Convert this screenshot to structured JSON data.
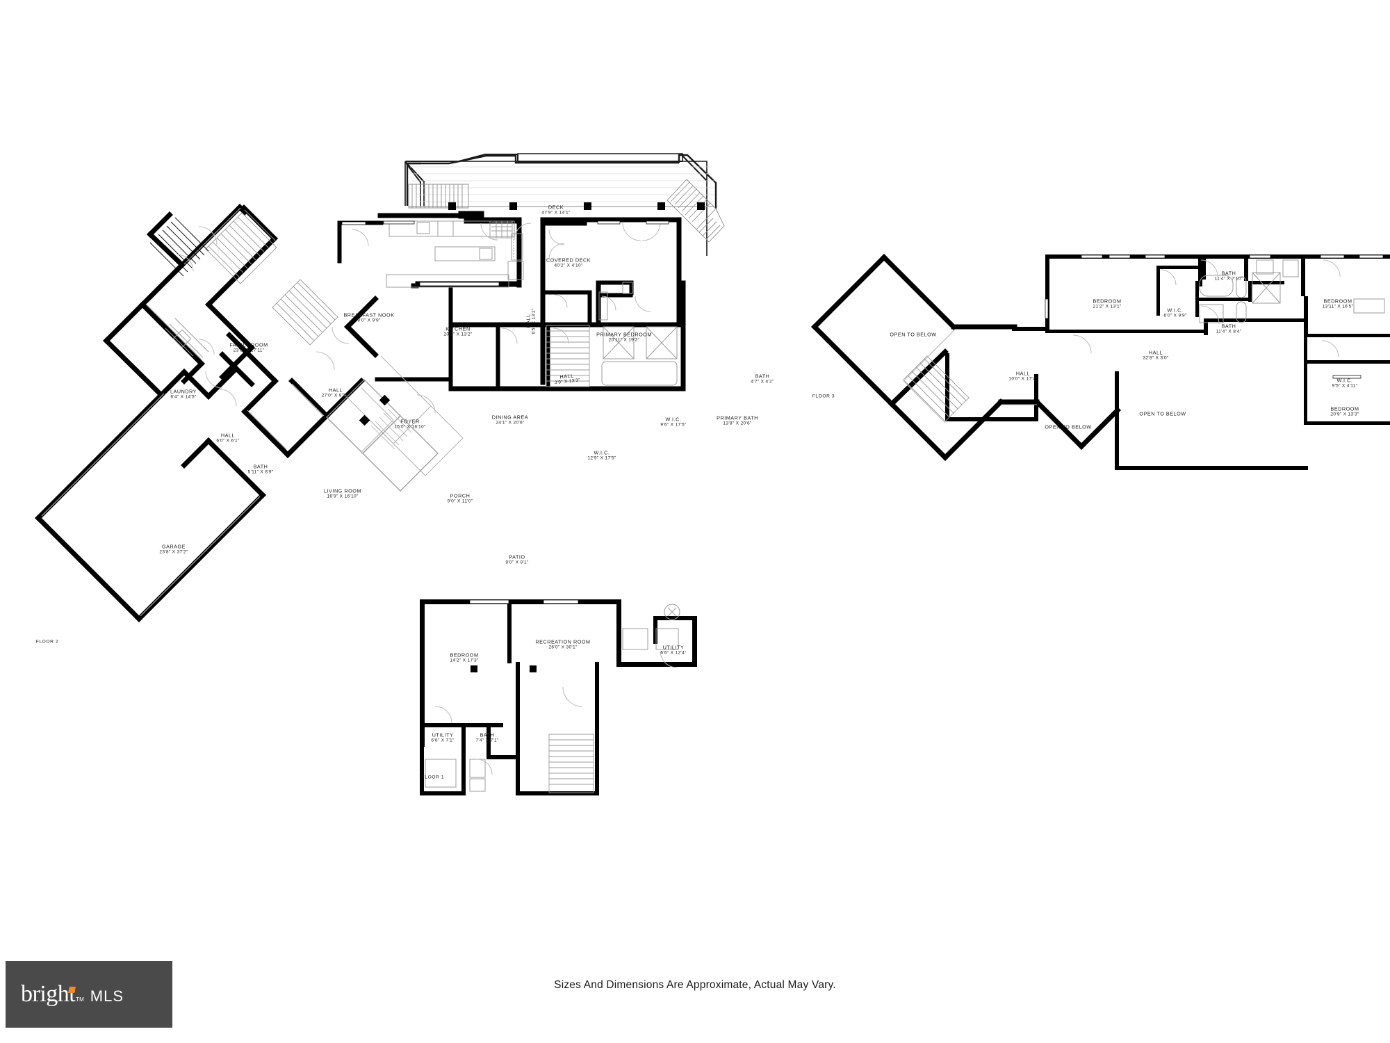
{
  "footer": {
    "note": "Sizes And Dimensions Are Approximate, Actual May Vary.",
    "brand_primary": "bright",
    "brand_tm": "TM",
    "brand_secondary": "MLS"
  },
  "floors": [
    {
      "id": "floor-2",
      "tag": "FLOOR 2",
      "rooms": [
        {
          "name": "DECK",
          "dim": "47'9\" X 14'1\""
        },
        {
          "name": "COVERED DECK",
          "dim": "40'2\" X 4'10\""
        },
        {
          "name": "BREAKFAST NOOK",
          "dim": "9'0\" X 9'9\""
        },
        {
          "name": "KITCHEN",
          "dim": "20'7\" X 13'2\""
        },
        {
          "name": "HALL",
          "dim": "6'5\" X 13'2\""
        },
        {
          "name": "PRIMARY BEDROOM",
          "dim": "20'11\" X 19'2\""
        },
        {
          "name": "HALL",
          "dim": "3'9\" X 13'3\""
        },
        {
          "name": "BATH",
          "dim": "4'7\" X 4'2\""
        },
        {
          "name": "PRIMARY BATH",
          "dim": "13'8\" X 20'6\""
        },
        {
          "name": "W.I.C.",
          "dim": "9'6\" X 17'5\""
        },
        {
          "name": "W.I.C.",
          "dim": "12'9\" X 17'5\""
        },
        {
          "name": "DINING AREA",
          "dim": "24'1\" X 20'6\""
        },
        {
          "name": "FAMILY ROOM",
          "dim": "23'6\" X 27'11\""
        },
        {
          "name": "LAUNDRY",
          "dim": "6'4\" X 14'5\""
        },
        {
          "name": "HALL",
          "dim": "27'0\" X 9'11\""
        },
        {
          "name": "HALL",
          "dim": "6'0\" X 6'1\""
        },
        {
          "name": "BATH",
          "dim": "5'11\" X 8'9\""
        },
        {
          "name": "FOYER",
          "dim": "15'0\" X 16'10\""
        },
        {
          "name": "LIVING ROOM",
          "dim": "16'9\" X 16'10\""
        },
        {
          "name": "PORCH",
          "dim": "9'0\" X 11'0\""
        },
        {
          "name": "PATIO",
          "dim": "9'0\" X 9'1\""
        },
        {
          "name": "GARAGE",
          "dim": "23'8\" X 37'2\""
        }
      ]
    },
    {
      "id": "floor-3",
      "tag": "FLOOR 3",
      "rooms": [
        {
          "name": "OPEN TO BELOW",
          "dim": ""
        },
        {
          "name": "OPEN TO BELOW",
          "dim": ""
        },
        {
          "name": "OPEN TO BELOW",
          "dim": ""
        },
        {
          "name": "BEDROOM",
          "dim": "21'2\" X 13'1\""
        },
        {
          "name": "BATH",
          "dim": "11'4\" X 7'10\""
        },
        {
          "name": "BEDROOM",
          "dim": "13'11\" X 16'5\""
        },
        {
          "name": "W.I.C.",
          "dim": "6'0\" X 9'9\""
        },
        {
          "name": "BATH",
          "dim": "11'4\" X 8'4\""
        },
        {
          "name": "HALL",
          "dim": "32'8\" X 3'0\""
        },
        {
          "name": "HALL",
          "dim": "10'0\" X 17'4\""
        },
        {
          "name": "W.I.C.",
          "dim": "9'5\" X 4'11\""
        },
        {
          "name": "BEDROOM",
          "dim": "20'9\" X 13'3\""
        }
      ]
    },
    {
      "id": "floor-1",
      "tag": "FLOOR 1",
      "rooms": [
        {
          "name": "BEDROOM",
          "dim": "14'2\" X 17'3\""
        },
        {
          "name": "RECREATION ROOM",
          "dim": "26'0\" X 30'1\""
        },
        {
          "name": "UTILITY",
          "dim": "6'6\" X 12'4\""
        },
        {
          "name": "UTILITY",
          "dim": "6'6\" X 7'1\""
        },
        {
          "name": "BATH",
          "dim": "7'4\" X 7'1\""
        }
      ]
    }
  ],
  "labels": {
    "f2": {
      "deck": {
        "name": "DECK",
        "dim": "47'9\" X 14'1\""
      },
      "covered_deck": {
        "name": "COVERED DECK",
        "dim": "40'2\" X 4'10\""
      },
      "breakfast_nook": {
        "name": "BREAKFAST NOOK",
        "dim": "9'0\" X 9'9\""
      },
      "kitchen": {
        "name": "KITCHEN",
        "dim": "20'7\" X 13'2\""
      },
      "hall_kitchen": {
        "name": "HALL",
        "dim": "6'5\" X 13'2\""
      },
      "primary_bedroom": {
        "name": "PRIMARY BEDROOM",
        "dim": "20'11\" X 19'2\""
      },
      "hall_stair": {
        "name": "HALL",
        "dim": "3'9\" X 13'3\""
      },
      "bath_small": {
        "name": "BATH",
        "dim": "4'7\" X 4'2\""
      },
      "primary_bath": {
        "name": "PRIMARY BATH",
        "dim": "13'8\" X 20'6\""
      },
      "wic_right": {
        "name": "W.I.C.",
        "dim": "9'6\" X 17'5\""
      },
      "wic_left": {
        "name": "W.I.C.",
        "dim": "12'9\" X 17'5\""
      },
      "dining_area": {
        "name": "DINING AREA",
        "dim": "24'1\" X 20'6\""
      },
      "family_room": {
        "name": "FAMILY ROOM",
        "dim": "23'6\" X 27'11\""
      },
      "laundry": {
        "name": "LAUNDRY",
        "dim": "6'4\" X 14'5\""
      },
      "hall_long": {
        "name": "HALL",
        "dim": "27'0\" X 9'11\""
      },
      "hall_small": {
        "name": "HALL",
        "dim": "6'0\" X 6'1\""
      },
      "bath_left": {
        "name": "BATH",
        "dim": "5'11\" X 8'9\""
      },
      "foyer": {
        "name": "FOYER",
        "dim": "15'0\" X 16'10\""
      },
      "living_room": {
        "name": "LIVING ROOM",
        "dim": "16'9\" X 16'10\""
      },
      "porch": {
        "name": "PORCH",
        "dim": "9'0\" X 11'0\""
      },
      "patio": {
        "name": "PATIO",
        "dim": "9'0\" X 9'1\""
      },
      "garage": {
        "name": "GARAGE",
        "dim": "23'8\" X 37'2\""
      },
      "tag": "FLOOR 2"
    },
    "f3": {
      "otb_left": {
        "name": "OPEN TO BELOW",
        "dim": ""
      },
      "otb_mid": {
        "name": "OPEN TO BELOW",
        "dim": ""
      },
      "otb_right": {
        "name": "OPEN TO BELOW",
        "dim": ""
      },
      "bedroom_tl": {
        "name": "BEDROOM",
        "dim": "21'2\" X 13'1\""
      },
      "bath_top": {
        "name": "BATH",
        "dim": "11'4\" X 7'10\""
      },
      "bedroom_tr": {
        "name": "BEDROOM",
        "dim": "13'11\" X 16'5\""
      },
      "wic_mid": {
        "name": "W.I.C.",
        "dim": "6'0\" X 9'9\""
      },
      "bath_mid": {
        "name": "BATH",
        "dim": "11'4\" X 8'4\""
      },
      "hall_main": {
        "name": "HALL",
        "dim": "32'8\" X 3'0\""
      },
      "hall_left": {
        "name": "HALL",
        "dim": "10'0\" X 17'4\""
      },
      "wic_right": {
        "name": "W.I.C.",
        "dim": "9'5\" X 4'11\""
      },
      "bedroom_br": {
        "name": "BEDROOM",
        "dim": "20'9\" X 13'3\""
      },
      "tag": "FLOOR 3"
    },
    "f1": {
      "bedroom": {
        "name": "BEDROOM",
        "dim": "14'2\" X 17'3\""
      },
      "recreation": {
        "name": "RECREATION ROOM",
        "dim": "26'0\" X 30'1\""
      },
      "utility_r": {
        "name": "UTILITY",
        "dim": "6'6\" X 12'4\""
      },
      "utility_l": {
        "name": "UTILITY",
        "dim": "6'6\" X 7'1\""
      },
      "bath": {
        "name": "BATH",
        "dim": "7'4\" X 7'1\""
      },
      "tag": "FLOOR 1"
    }
  },
  "colors": {
    "wall": "#000000",
    "thin_wall": "#b5b5b5",
    "background": "#ffffff",
    "brand_bg": "#4a4a4a",
    "brand_accent": "#f08a24"
  }
}
